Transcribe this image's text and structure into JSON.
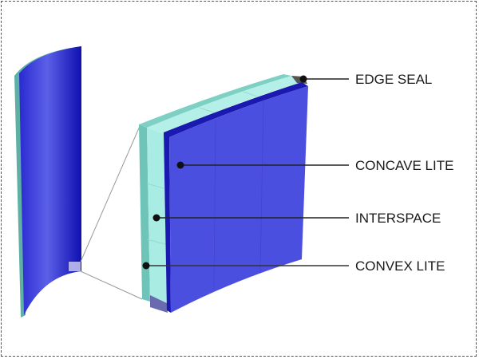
{
  "labels": {
    "edge_seal": "EDGE SEAL",
    "concave_lite": "CONCAVE LITE",
    "interspace": "INTERSPACE",
    "convex_lite": "CONVEX LITE"
  },
  "colors": {
    "glass_blue": "#4b4fe0",
    "edge_blue": "#1a1aa8",
    "interspace_cyan": "#a8ece4",
    "convex_teal": "#6ec4b8"
  }
}
